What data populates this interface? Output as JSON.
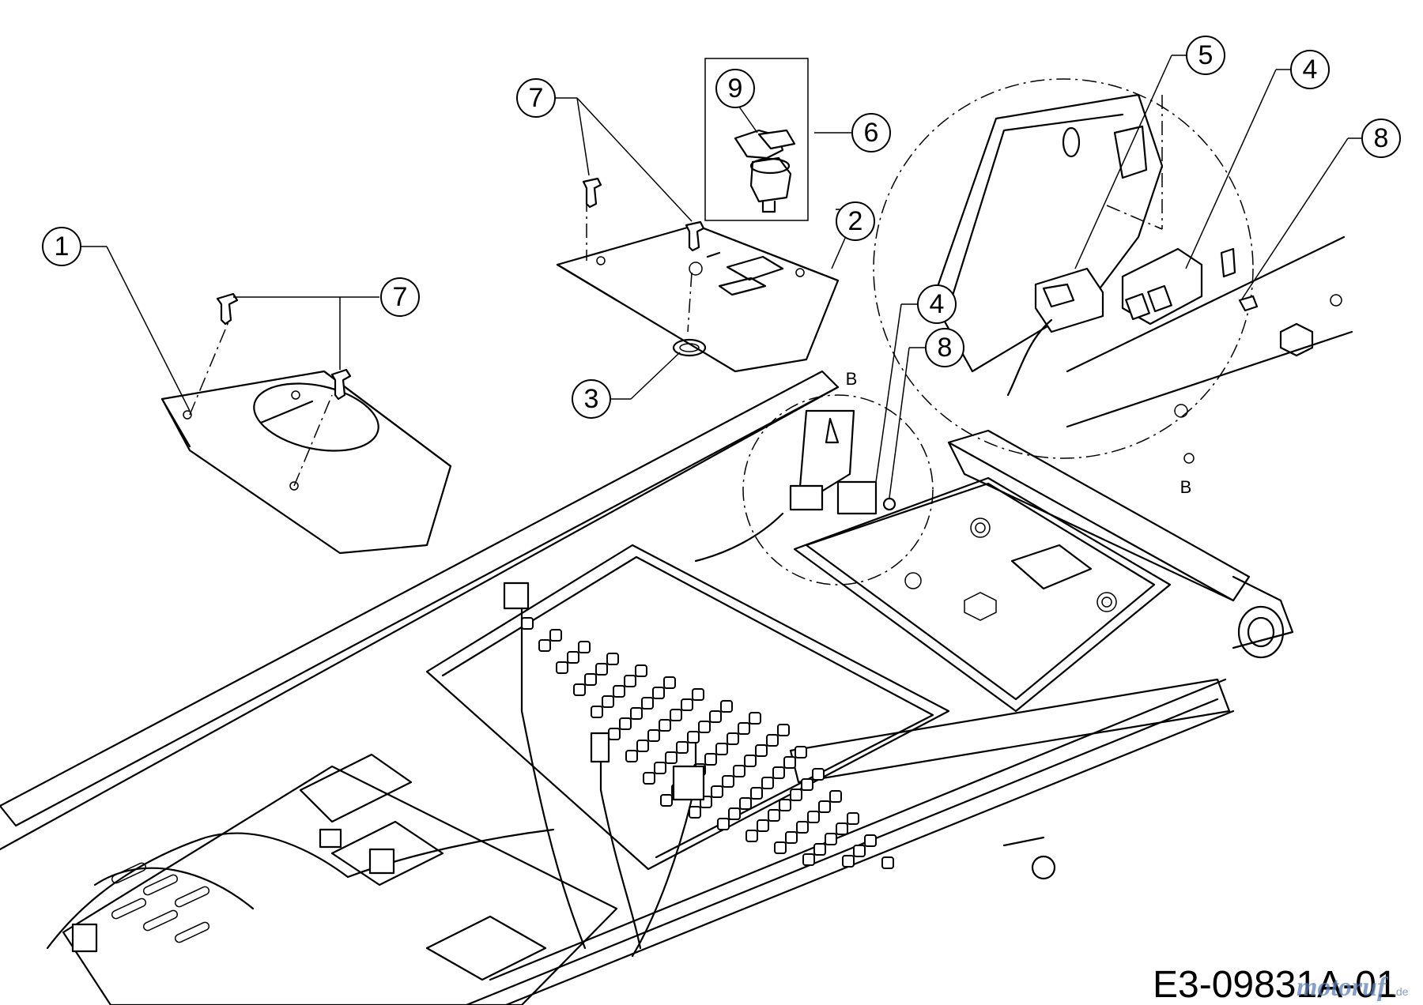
{
  "callouts": {
    "c1": "1",
    "c2": "2",
    "c3": "3",
    "c4": "4",
    "c5": "5",
    "c6": "6",
    "c7": "7",
    "c8": "8",
    "c9": "9"
  },
  "detail": {
    "label": "B"
  },
  "drawing_code": "E3-09831A-01",
  "watermark": {
    "text": "motoruf",
    "tld": ".de",
    "color": "#5b7fb8"
  }
}
